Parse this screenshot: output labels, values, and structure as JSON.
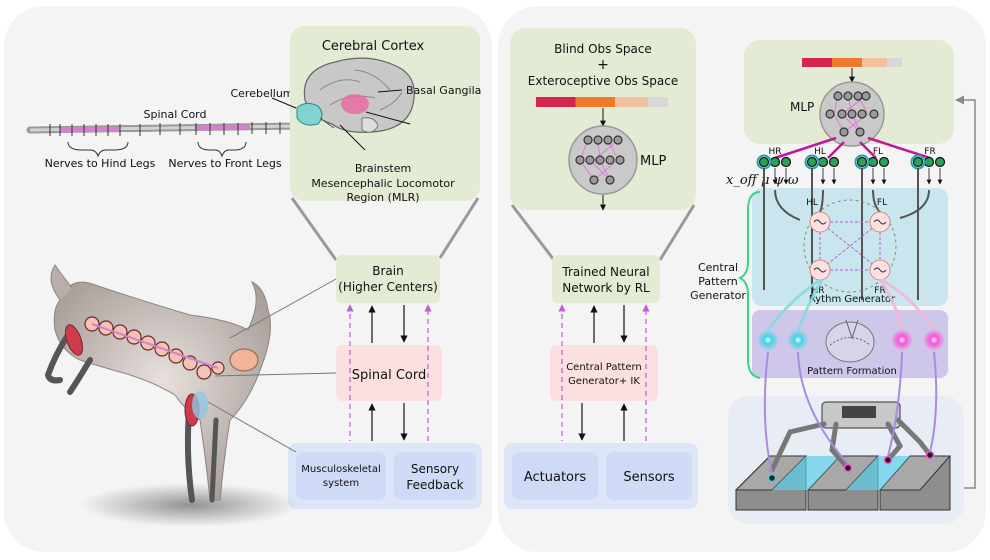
{
  "panel1": {
    "spinal_cord_label": "Spinal Cord",
    "cerebellum_label": "Cerebellum",
    "nerves_hind": "Nerves to Hind Legs",
    "nerves_front": "Nerves to Front Legs",
    "brain_box": {
      "cortex": "Cerebral Cortex",
      "basal": "Basal Gangila",
      "brainstem": "Brainstem",
      "mlr_line1": "Mesencephalic Locomotor",
      "mlr_line2": "Region (MLR)"
    },
    "brain_line1": "Brain",
    "brain_line2": "(Higher Centers)",
    "spinal_box": "Spinal Cord",
    "musculo_line1": "Musculoskeletal",
    "musculo_line2": "system",
    "sensory_line1": "Sensory",
    "sensory_line2": "Feedback"
  },
  "panel2": {
    "obs_line1": "Blind Obs Space",
    "obs_plus": "+",
    "obs_line2": "Exteroceptive Obs Space",
    "mlp": "MLP",
    "trained_line1": "Trained Neural",
    "trained_line2": "Network by RL",
    "cpg_line1": "Central Pattern",
    "cpg_line2": "Generator+ IK",
    "actuators": "Actuators",
    "sensors": "Sensors"
  },
  "panel3": {
    "mlp": "MLP",
    "legs_top": [
      "HR",
      "HL",
      "FL",
      "FR"
    ],
    "math_label": "x_off  μ  ψ  ω",
    "cpg_line1": "Central",
    "cpg_line2": "Pattern",
    "cpg_line3": "Generator",
    "osc_labels": [
      "HL",
      "FL",
      "HR",
      "FR"
    ],
    "rythm": "Rythm Generator",
    "pattern": "Pattern Formation"
  },
  "colors": {
    "green_box": "#e3ebd5",
    "pink_box": "#fbe0df",
    "blue_box": "#dde5f9",
    "panel_bg": "#f4f4f4",
    "cyan_box": "#c9e6ef",
    "purple_box": "#cfc7ea",
    "magenta_line": "#c0189a",
    "dashed_arrow": "#c05ad8"
  }
}
